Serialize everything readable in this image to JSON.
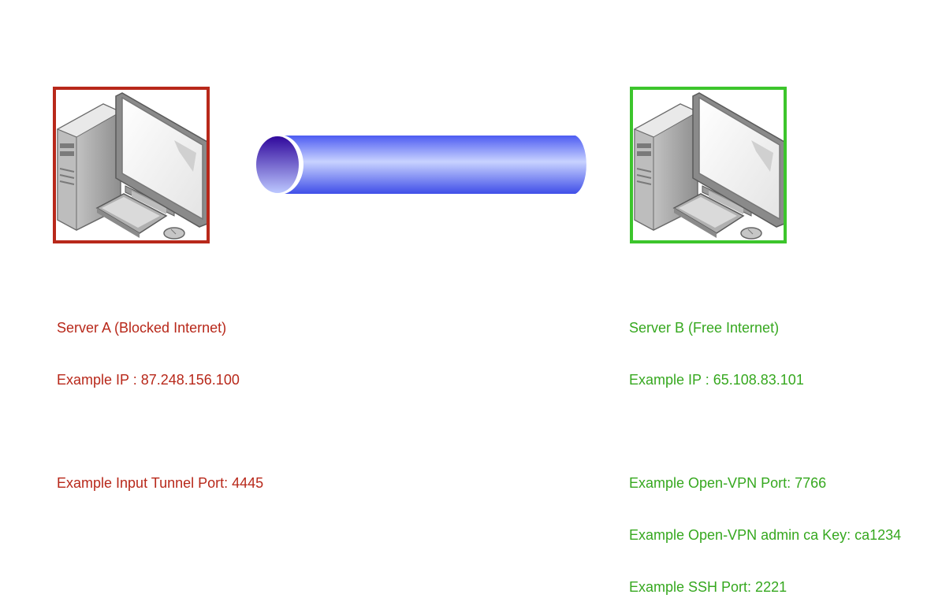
{
  "colors": {
    "server_a": "#b8281a",
    "server_b": "#3cc52c",
    "server_b_text": "#36a81f",
    "tunnel_body": "#5a6af5",
    "tunnel_highlight": "#c8d2ff",
    "tunnel_end": "#3a10b0"
  },
  "diagram": {
    "server_a": {
      "icon": "desktop-computer-icon",
      "name": "Server A (Blocked Internet)",
      "ip": "Example IP : 87.248.156.100",
      "details": [
        "Example Input Tunnel Port: 4445"
      ]
    },
    "tunnel": {
      "icon": "tunnel-pipe"
    },
    "server_b": {
      "icon": "desktop-computer-icon",
      "name": "Server B (Free Internet)",
      "ip": "Example IP : 65.108.83.101",
      "details": [
        "Example Open-VPN Port: 7766",
        "Example Open-VPN admin ca Key: ca1234",
        "Example SSH Port: 2221"
      ]
    }
  }
}
